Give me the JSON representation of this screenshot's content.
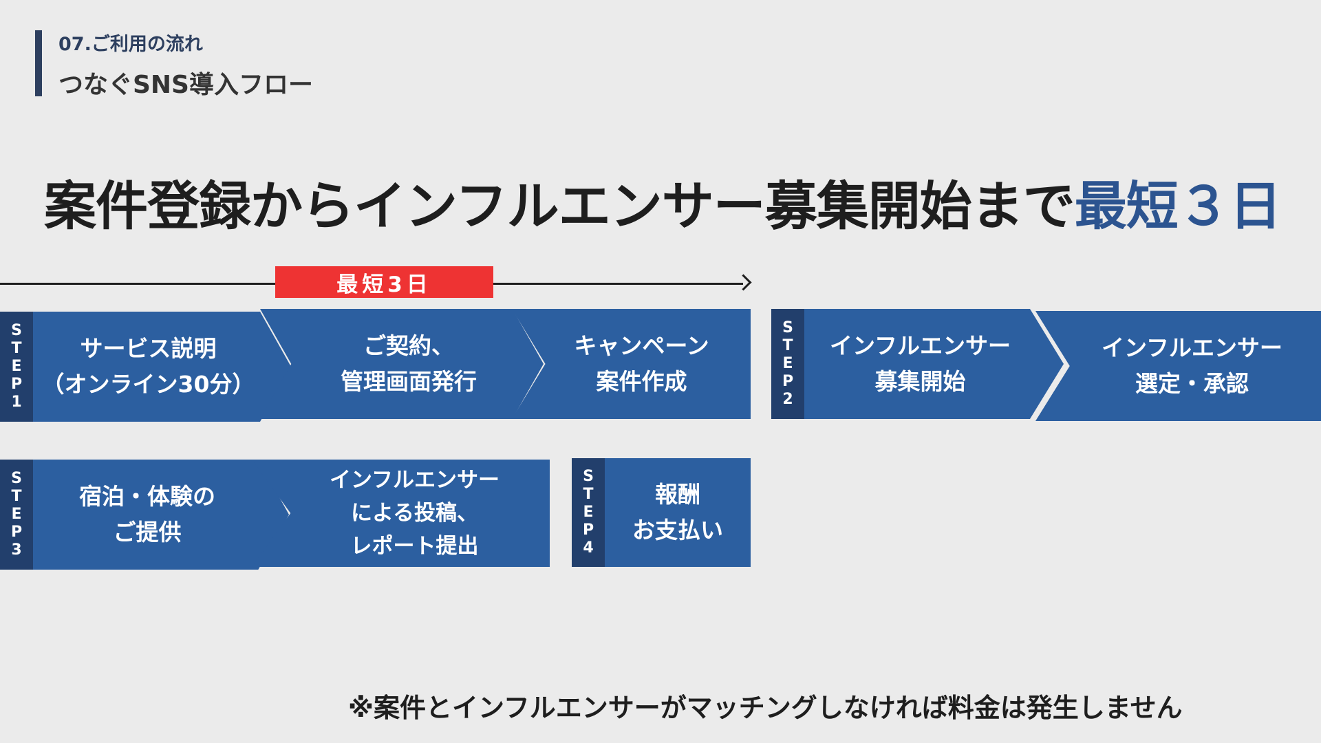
{
  "header": {
    "section_label": "07.ご利用の流れ",
    "section_title": "つなぐSNS導入フロー"
  },
  "headline": {
    "main": "案件登録からインフルエンサー募集開始まで",
    "accent": "最短３日"
  },
  "timeline": {
    "badge": "最短3日"
  },
  "steps": {
    "step1": {
      "label": [
        "S",
        "T",
        "E",
        "P",
        "1"
      ],
      "items": [
        [
          "サービス説明",
          "（オンライン30分）"
        ],
        [
          "ご契約、",
          "管理画面発行"
        ],
        [
          "キャンペーン",
          "案件作成"
        ]
      ]
    },
    "step2": {
      "label": [
        "S",
        "T",
        "E",
        "P",
        "2"
      ],
      "items": [
        [
          "インフルエンサー",
          "募集開始"
        ],
        [
          "インフルエンサー",
          "選定・承認"
        ]
      ]
    },
    "step3": {
      "label": [
        "S",
        "T",
        "E",
        "P",
        "3"
      ],
      "items": [
        [
          "宿泊・体験の",
          "ご提供"
        ],
        [
          "インフルエンサー",
          "による投稿、",
          "レポート提出"
        ]
      ]
    },
    "step4": {
      "label": [
        "S",
        "T",
        "E",
        "P",
        "4"
      ],
      "items": [
        [
          "報酬",
          "お支払い"
        ]
      ]
    }
  },
  "colors": {
    "background": "#ebebeb",
    "step_blue": "#2c5fa0",
    "step_label_dark": "#223f6c",
    "accent_blue": "#2c5490",
    "badge_red": "#ee3333"
  },
  "footnote": "※案件とインフルエンサーがマッチングしなければ料金は発生しません"
}
